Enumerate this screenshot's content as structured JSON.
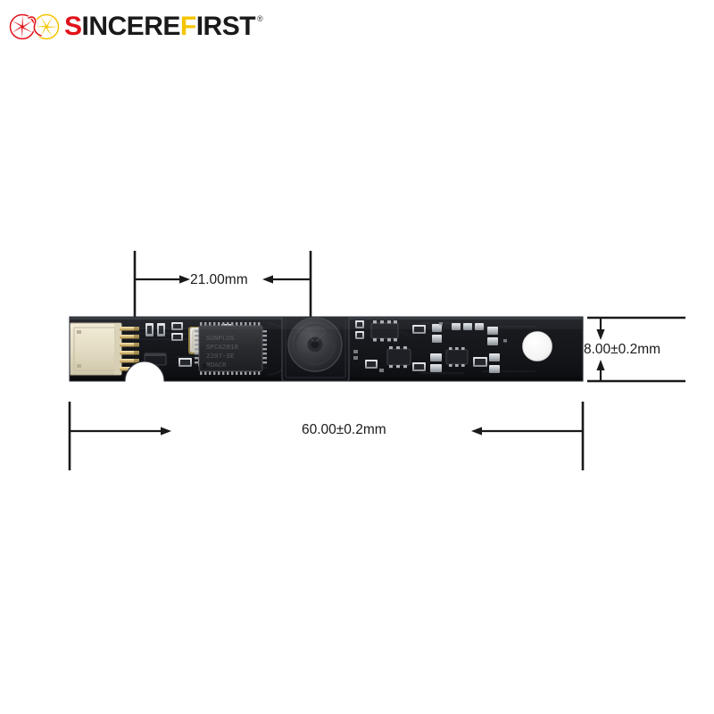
{
  "brand": {
    "logo_mark": "aperture-double-icon",
    "name_part_1": "S",
    "name_part_2": "INCERE",
    "name_part_3": "F",
    "name_part_4": "IRST",
    "registered_symbol": "®",
    "colors": {
      "red": "#e1121a",
      "gold": "#f5c400",
      "dark": "#1a1a1a"
    }
  },
  "product": {
    "type": "usb-camera-module-pcb",
    "board_color": "#15161a",
    "connector_color": "#e8e2cc",
    "lens_housing_color": "#1b1c20",
    "mounting_hole_color": "#f2f2f2"
  },
  "dimensions": {
    "width_partial": "21.00mm",
    "width_total": "60.00±0.2mm",
    "height": "8.00±0.2mm"
  },
  "callouts": [
    {
      "label": "21.00mm",
      "axis": "horizontal"
    },
    {
      "label": "60.00±0.2mm",
      "axis": "horizontal"
    },
    {
      "label": "8.00±0.2mm",
      "axis": "vertical"
    }
  ]
}
